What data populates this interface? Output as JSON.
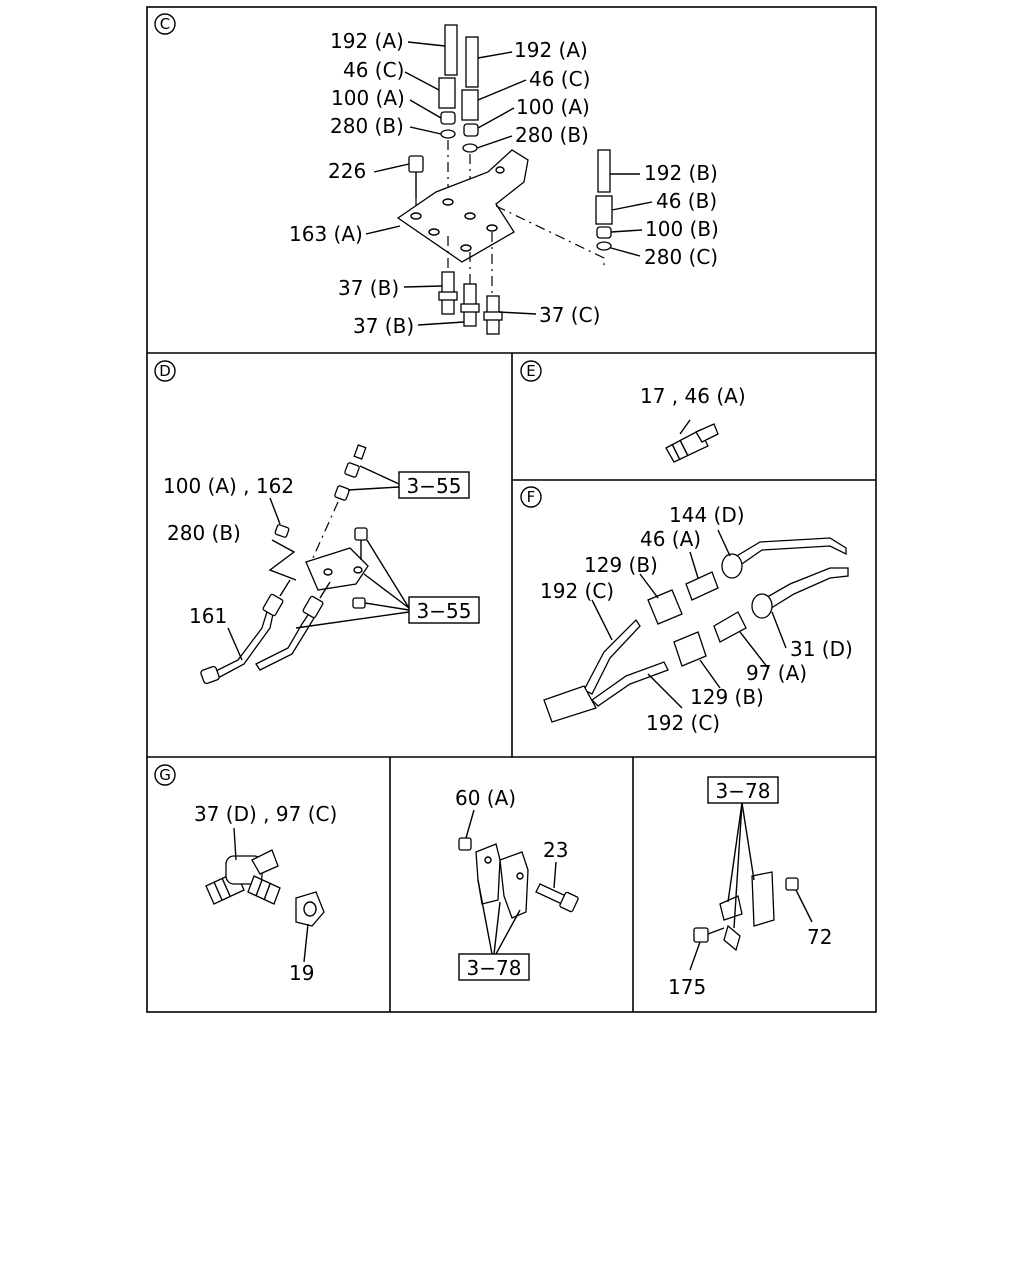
{
  "panels": {
    "c": {
      "tag": "C",
      "labels": [
        "192 (A)",
        "46 (C)",
        "100 (A)",
        "280 (B)",
        "192 (A)",
        "46 (C)",
        "100 (A)",
        "280 (B)",
        "226",
        "163 (A)",
        "192 (B)",
        "46 (B)",
        "100 (B)",
        "280 (C)",
        "37 (B)",
        "37 (B)",
        "37 (C)"
      ]
    },
    "d": {
      "tag": "D",
      "labels": [
        "100 (A) , 162",
        "280 (B)",
        "161"
      ],
      "refs": [
        "3−55",
        "3−55"
      ]
    },
    "e": {
      "tag": "E",
      "labels": [
        "17 , 46 (A)"
      ]
    },
    "f": {
      "tag": "F",
      "labels": [
        "144 (D)",
        "46 (A)",
        "129 (B)",
        "192 (C)",
        "31 (D)",
        "97 (A)",
        "129 (B)",
        "192 (C)"
      ]
    },
    "g": {
      "tag": "G",
      "labels": [
        "37 (D) , 97 (C)",
        "19"
      ]
    },
    "h": {
      "labels": [
        "60 (A)",
        "23"
      ],
      "refs": [
        "3−78"
      ]
    },
    "i": {
      "labels": [
        "72",
        "175"
      ],
      "refs": [
        "3−78"
      ]
    }
  }
}
